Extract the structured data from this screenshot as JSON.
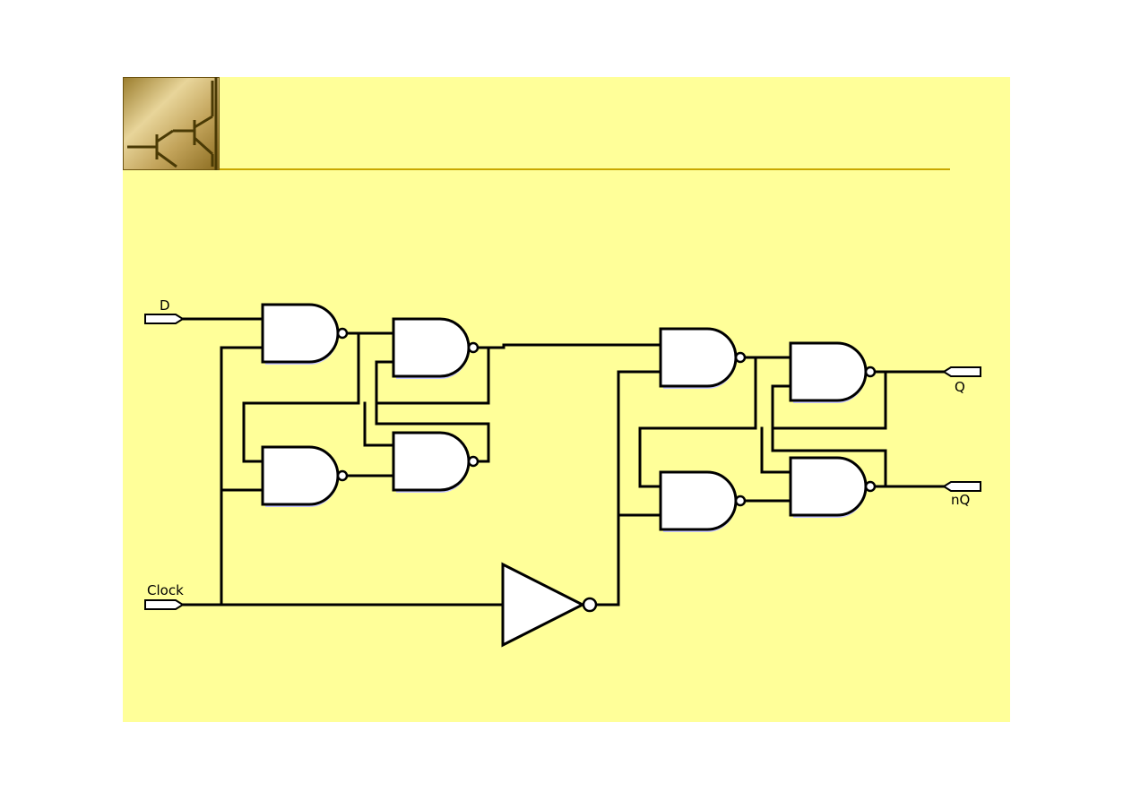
{
  "diagram": {
    "inputs": {
      "d_label": "D",
      "clock_label": "Clock"
    },
    "outputs": {
      "q_label": "Q",
      "nq_label": "nQ"
    }
  },
  "colors": {
    "slide_background": "#ffff99",
    "title_rule": "#c8a800",
    "logo_gold": "#c2a35a"
  },
  "logo": {
    "icon": "transistor-icon"
  }
}
